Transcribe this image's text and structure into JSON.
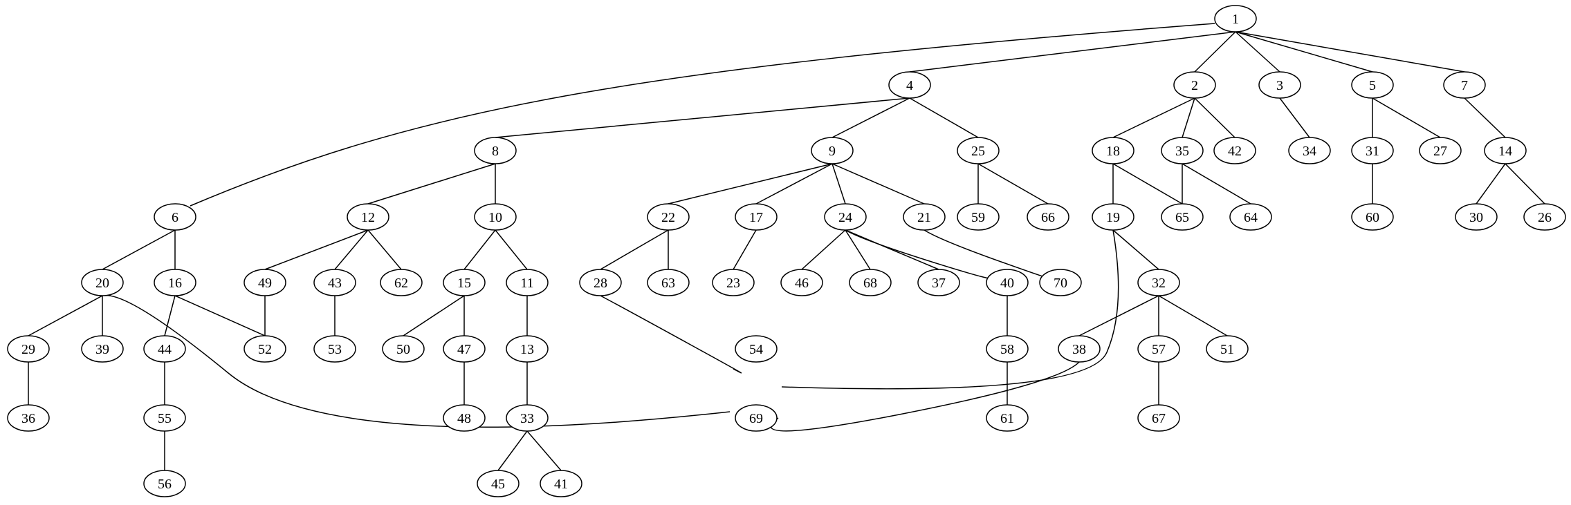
{
  "diagram": {
    "type": "tree",
    "nodes": [
      "1",
      "2",
      "3",
      "4",
      "5",
      "6",
      "7",
      "8",
      "9",
      "10",
      "11",
      "12",
      "13",
      "14",
      "15",
      "16",
      "17",
      "18",
      "19",
      "20",
      "21",
      "22",
      "23",
      "24",
      "25",
      "26",
      "27",
      "28",
      "29",
      "30",
      "31",
      "32",
      "33",
      "34",
      "35",
      "36",
      "37",
      "38",
      "39",
      "40",
      "41",
      "42",
      "43",
      "44",
      "45",
      "46",
      "47",
      "48",
      "49",
      "50",
      "51",
      "52",
      "53",
      "54",
      "55",
      "56",
      "57",
      "58",
      "59",
      "60",
      "61",
      "62",
      "63",
      "64",
      "65",
      "66",
      "67",
      "68",
      "69",
      "70"
    ],
    "edges": [
      [
        "1",
        "6"
      ],
      [
        "1",
        "4"
      ],
      [
        "1",
        "2"
      ],
      [
        "1",
        "3"
      ],
      [
        "1",
        "5"
      ],
      [
        "1",
        "7"
      ],
      [
        "4",
        "8"
      ],
      [
        "4",
        "9"
      ],
      [
        "4",
        "25"
      ],
      [
        "2",
        "18"
      ],
      [
        "2",
        "35"
      ],
      [
        "2",
        "42"
      ],
      [
        "3",
        "34"
      ],
      [
        "5",
        "31"
      ],
      [
        "5",
        "27"
      ],
      [
        "7",
        "14"
      ],
      [
        "8",
        "12"
      ],
      [
        "8",
        "10"
      ],
      [
        "9",
        "22"
      ],
      [
        "9",
        "17"
      ],
      [
        "9",
        "24"
      ],
      [
        "9",
        "21"
      ],
      [
        "25",
        "59"
      ],
      [
        "25",
        "66"
      ],
      [
        "18",
        "19"
      ],
      [
        "18",
        "65"
      ],
      [
        "35",
        "65"
      ],
      [
        "35",
        "64"
      ],
      [
        "31",
        "60"
      ],
      [
        "14",
        "30"
      ],
      [
        "14",
        "26"
      ],
      [
        "6",
        "20"
      ],
      [
        "6",
        "16"
      ],
      [
        "12",
        "49"
      ],
      [
        "12",
        "43"
      ],
      [
        "12",
        "62"
      ],
      [
        "10",
        "15"
      ],
      [
        "10",
        "11"
      ],
      [
        "22",
        "28"
      ],
      [
        "22",
        "63"
      ],
      [
        "17",
        "23"
      ],
      [
        "24",
        "46"
      ],
      [
        "24",
        "68"
      ],
      [
        "24",
        "37"
      ],
      [
        "24",
        "40"
      ],
      [
        "21",
        "70"
      ],
      [
        "19",
        "54"
      ],
      [
        "19",
        "32"
      ],
      [
        "20",
        "29"
      ],
      [
        "20",
        "39"
      ],
      [
        "20",
        "69"
      ],
      [
        "16",
        "44"
      ],
      [
        "16",
        "52"
      ],
      [
        "49",
        "52"
      ],
      [
        "43",
        "53"
      ],
      [
        "15",
        "50"
      ],
      [
        "15",
        "47"
      ],
      [
        "11",
        "13"
      ],
      [
        "28",
        "54"
      ],
      [
        "40",
        "58"
      ],
      [
        "32",
        "38"
      ],
      [
        "32",
        "57"
      ],
      [
        "32",
        "51"
      ],
      [
        "29",
        "36"
      ],
      [
        "44",
        "55"
      ],
      [
        "47",
        "48"
      ],
      [
        "13",
        "33"
      ],
      [
        "58",
        "61"
      ],
      [
        "38",
        "69"
      ],
      [
        "57",
        "67"
      ],
      [
        "55",
        "56"
      ],
      [
        "33",
        "45"
      ],
      [
        "33",
        "41"
      ]
    ]
  }
}
